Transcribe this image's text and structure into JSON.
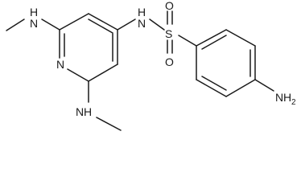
{
  "molecule": {
    "labels": {
      "nh_top_left": "H",
      "n_top_left": "N",
      "nh_sulfonamide_h": "H",
      "nh_sulfonamide_n": "N",
      "sulfur": "S",
      "oxygen_top": "O",
      "oxygen_bottom": "O",
      "pyridine_n": "N",
      "nh_bottom_n": "N",
      "nh_bottom_h": "H",
      "amine_n": "N",
      "amine_h": "H",
      "amine_sub": "2"
    }
  }
}
